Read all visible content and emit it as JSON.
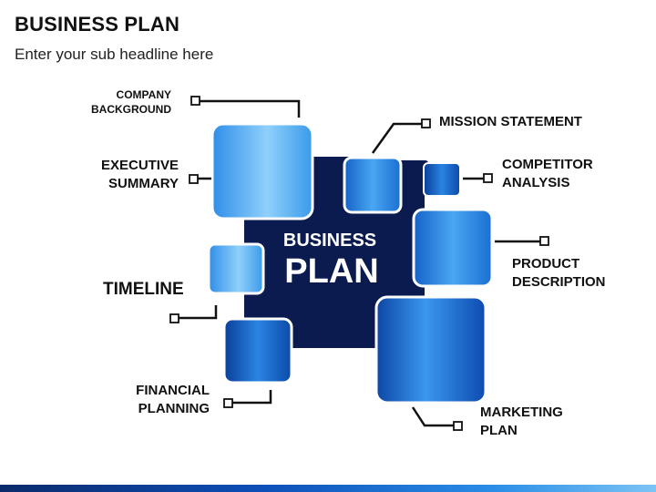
{
  "slide": {
    "title": "BUSINESS PLAN",
    "subtitle": "Enter your sub headline here"
  },
  "center": {
    "line1": "BUSINESS",
    "line2": "PLAN",
    "color": "#0b1a4f"
  },
  "labels": {
    "company_background": "COMPANY\nBACKGROUND",
    "executive_summary": "EXECUTIVE\nSUMMARY",
    "timeline": "TIMELINE",
    "financial_planning": "FINANCIAL\nPLANNING",
    "mission_statement": "MISSION STATEMENT",
    "competitor_analysis": "COMPETITOR\nANALYSIS",
    "product_description": "PRODUCT\nDESCRIPTION",
    "marketing_plan": "MARKETING\nPLAN"
  },
  "colors": {
    "light_blue": "#5fb4f4",
    "mid_blue": "#1e78dc",
    "dark_blue": "#0a4fb0",
    "connector": "#111111"
  }
}
